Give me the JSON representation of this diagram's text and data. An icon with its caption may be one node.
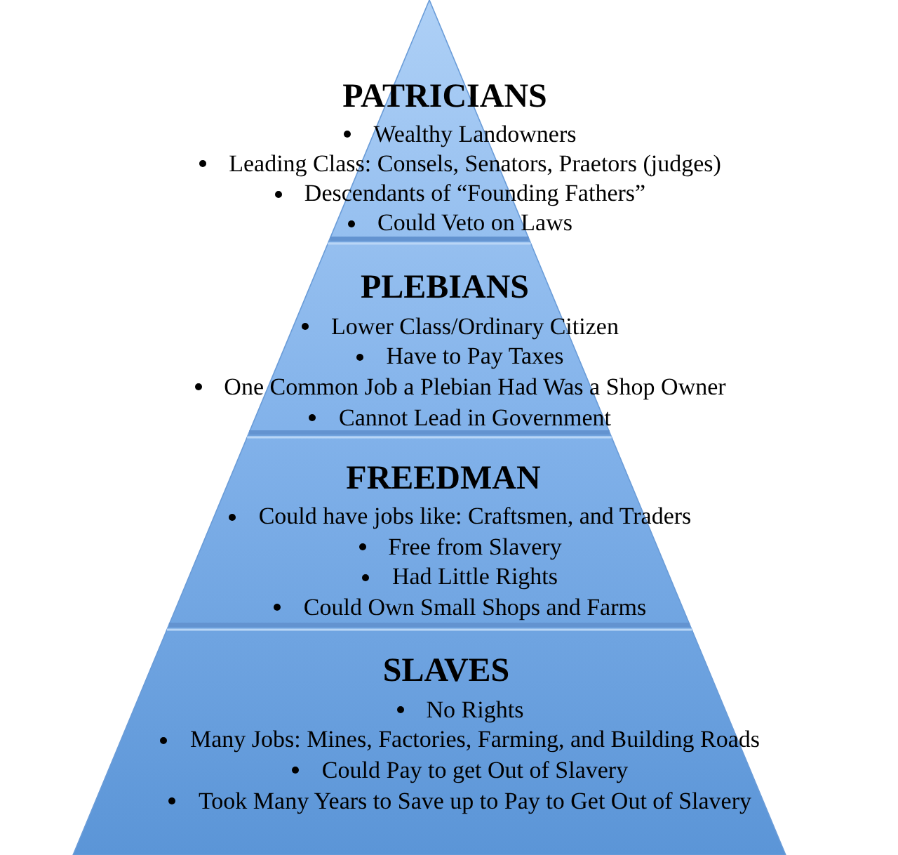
{
  "diagram": {
    "nodes": [
      {
        "text": [
          "PATRICIANS",
          "Wealthy Landowners",
          "Leading Class: Consels, Senators, Praetors (judges)",
          "Descendants of “Founding Fathers”",
          "Could Veto on Laws"
        ]
      },
      {
        "text": [
          "PLEBIANS",
          "Lower Class/Ordinary Citizen",
          "Have to Pay Taxes",
          "One Common Job a Plebian Had Was a Shop Owner",
          "Cannot Lead in Government"
        ]
      },
      {
        "text": [
          "FREEDMAN",
          "Could have jobs like: Craftsmen, and Traders",
          "Free from Slavery",
          "Had Little Rights",
          "Could Own Small Shops and Farms"
        ]
      },
      {
        "text": [
          "SLAVES",
          "No Rights",
          "Many Jobs: Mines, Factories, Farming, and Building Roads",
          "Could Pay to get Out of Slavery",
          "Took Many Years to Save up to Pay to Get Out of Slavery"
        ]
      }
    ]
  }
}
